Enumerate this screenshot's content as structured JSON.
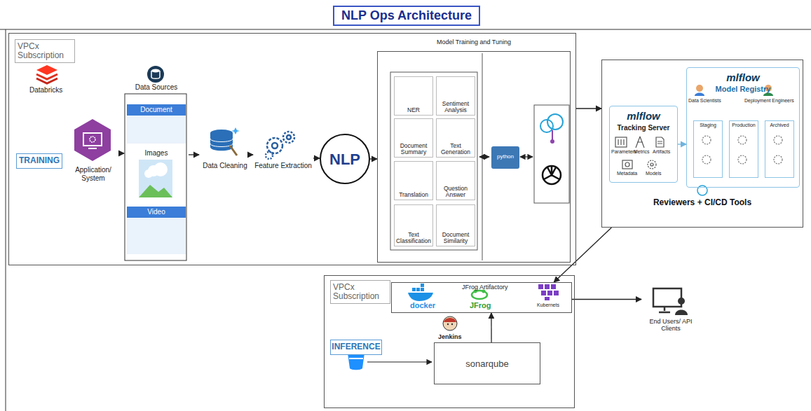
{
  "diagram": {
    "title": "NLP Ops Architecture",
    "nodes": [
      {
        "text": [
          "VPCx Subscription"
        ]
      },
      {
        "text": [
          "TRAINING"
        ],
        "in": 0
      },
      {
        "text": [
          "Application/ System"
        ],
        "in": 0
      },
      {
        "text": [
          "Data Sources"
        ],
        "in": 0
      },
      {
        "text": [
          "Document"
        ],
        "in": 3
      },
      {
        "text": [
          "Images"
        ],
        "in": 3
      },
      {
        "text": [
          "Video"
        ],
        "in": 3
      },
      {
        "text": [
          "Data Cleaning"
        ],
        "in": 0
      },
      {
        "text": [
          "Feature Extraction"
        ],
        "in": 0
      },
      {
        "text": [
          "NLP"
        ],
        "in": 0
      },
      {
        "text": [
          "Model Training and Tuning"
        ],
        "in": 0
      },
      {
        "text": [
          "NER"
        ],
        "in": 10
      },
      {
        "text": [
          "Sentiment Analysis"
        ],
        "in": 10
      },
      {
        "text": [
          "Document Summary"
        ],
        "in": 10
      },
      {
        "text": [
          "Text Generation"
        ],
        "in": 10
      },
      {
        "text": [
          "Translation"
        ],
        "in": 10
      },
      {
        "text": [
          "Question Answer"
        ],
        "in": 10
      },
      {
        "text": [
          "Text Classification"
        ],
        "in": 10
      },
      {
        "text": [
          "Document Similarity"
        ],
        "in": 10
      },
      {
        "text": [
          "python"
        ],
        "in": 10
      },
      {
        "text": [
          "Reviewers + CI/CD Tools"
        ]
      },
      {
        "text": [
          "mlflow",
          "Tracking Server"
        ],
        "in": 20
      },
      {
        "text": [
          "mlflow",
          "Model Registry"
        ],
        "in": 20
      },
      {
        "text": [
          "Staging"
        ],
        "in": 22
      },
      {
        "text": [
          "Production"
        ],
        "in": 22
      },
      {
        "text": [
          "Archived"
        ],
        "in": 22
      },
      {
        "text": [
          "VPCx Subscription"
        ]
      },
      {
        "text": [
          "INFERENCE"
        ],
        "in": 26
      },
      {
        "text": [
          "JFrog Artifactory"
        ],
        "in": 26
      },
      {
        "text": [
          "Jenkins",
          "sonarqube"
        ],
        "in": 26
      },
      {
        "text": [
          "End Users/ API Clients"
        ]
      }
    ],
    "edges": [
      {
        "from": 2,
        "to": 3,
        "arrow": "to"
      },
      {
        "from": 3,
        "to": 7,
        "arrow": "to"
      },
      {
        "from": 7,
        "to": 8,
        "arrow": "to"
      },
      {
        "from": 8,
        "to": 9,
        "arrow": "to"
      },
      {
        "from": 9,
        "to": 10,
        "arrow": "to"
      },
      {
        "from": 0,
        "to": 20,
        "arrow": "to"
      },
      {
        "from": 21,
        "to": 22,
        "arrow": "to"
      },
      {
        "from": 20,
        "to": 28,
        "arrow": "to"
      },
      {
        "from": 29,
        "to": 28,
        "arrow": "to"
      },
      {
        "from": 28,
        "to": 30,
        "arrow": "to"
      }
    ],
    "labels": [
      "Databricks",
      "Parameters",
      "Metrics",
      "Artifacts",
      "Metadata",
      "Models",
      "Data Scientists",
      "Deployment Engineers",
      "docker",
      "JFrog",
      "Kubernets"
    ]
  }
}
